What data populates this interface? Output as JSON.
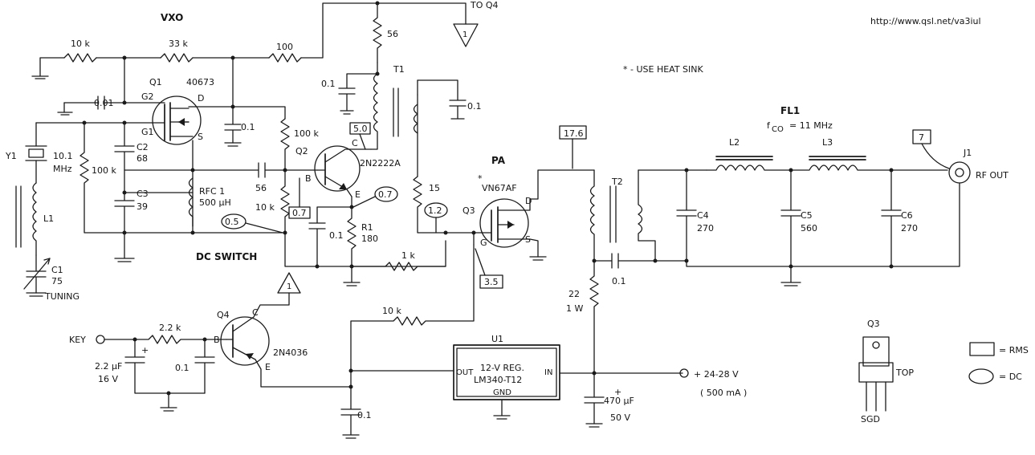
{
  "url": "http://www.qsl.net/va3iul",
  "section_labels": {
    "vxo": "VXO",
    "dc_switch": "DC SWITCH",
    "pa": "PA",
    "fl1": "FL1",
    "fco": "f",
    "fco_sub": "CO",
    "fco_val": "= 11 MHz",
    "heat_sink_note": "* - USE HEAT SINK",
    "to_q4": "TO Q4",
    "rf_out": "RF OUT",
    "key": "KEY",
    "supply": "+ 24-28 V",
    "supply_current": "( 500 mA )"
  },
  "components": {
    "r_10k_top": "10 k",
    "r_33k": "33 k",
    "r_100": "100",
    "r_56": "56",
    "c_001": "0.01",
    "c_01_vxo": "0.1",
    "c_01_t1l": "0.1",
    "c_01_t1r": "0.1",
    "q1": "Q1",
    "q1_part": "40673",
    "q1_g2": "G2",
    "q1_g1": "G1",
    "q1_d": "D",
    "q1_s": "S",
    "y1": "Y1",
    "y1_freq": "10.1",
    "y1_unit": "MHz",
    "r_100k_a": "100 k",
    "r_100k_b": "100 k",
    "c2": "C2",
    "c2_val": "68",
    "c3": "C3",
    "c3_val": "39",
    "l1": "L1",
    "c1": "C1",
    "c1_val": "75",
    "c1_desc": "TUNING",
    "rfc1": "RFC 1",
    "rfc1_val": "500 µH",
    "c_56": "56",
    "r_10k_q2": "10 k",
    "q2": "Q2",
    "q2_part": "2N2222A",
    "q2_b": "B",
    "q2_c": "C",
    "q2_e": "E",
    "t1": "T1",
    "r_15": "15",
    "r1": "R1",
    "r1_val": "180",
    "r_1k": "1 k",
    "c_01_q2": "0.1",
    "q3": "Q3",
    "q3_part": "VN67AF",
    "q3_star": "*",
    "q3_d": "D",
    "q3_s": "S",
    "q3_g": "G",
    "t2": "T2",
    "c_01_t2": "0.1",
    "r_22": "22",
    "r_22_w": "1 W",
    "l2": "L2",
    "l3": "L3",
    "c4": "C4",
    "c4_val": "270",
    "c5": "C5",
    "c5_val": "560",
    "c6": "C6",
    "c6_val": "270",
    "j1": "J1",
    "q4": "Q4",
    "q4_part": "2N4036",
    "q4_b": "B",
    "q4_c": "C",
    "q4_e": "E",
    "r_2k2": "2.2 k",
    "c_2u2": "2.2 µF",
    "c_2u2_v": "16 V",
    "c_2u2_plus": "+",
    "c_01_key": "0.1",
    "r_10k_u1": "10 k",
    "c_01_u1": "0.1",
    "u1": "U1",
    "u1_line1": "12-V REG.",
    "u1_line2": "LM340-T12",
    "u1_out": "OUT",
    "u1_in": "IN",
    "u1_gnd": "GND",
    "c_470": "470 µF",
    "c_470_v": "50 V",
    "c_470_plus": "+"
  },
  "test_points": {
    "rms_q2_collector": "5.0",
    "rms_q2_base": "0.7",
    "dc_q2_emitter": "0.7",
    "dc_switch_base": "0.5",
    "dc_q3_gate": "1.2",
    "rms_q3_gate": "3.5",
    "rms_q3_drain": "17.6",
    "rms_rf_out": "7",
    "flag_to_q4": "1",
    "flag_q4_collector": "1"
  },
  "legend": {
    "rms": "= RMS",
    "dc": "= DC"
  },
  "pinout": {
    "title": "Q3",
    "top": "TOP",
    "pins": "SGD"
  }
}
